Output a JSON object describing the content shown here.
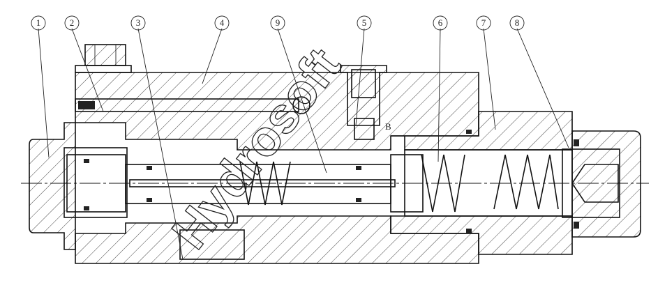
{
  "callouts": [
    "1",
    "2",
    "3",
    "4",
    "9",
    "5",
    "6",
    "7",
    "8"
  ],
  "watermark": "Hydrosoft",
  "letter_b": "B",
  "colors": {
    "ink": "#111111",
    "paper": "#ffffff"
  }
}
